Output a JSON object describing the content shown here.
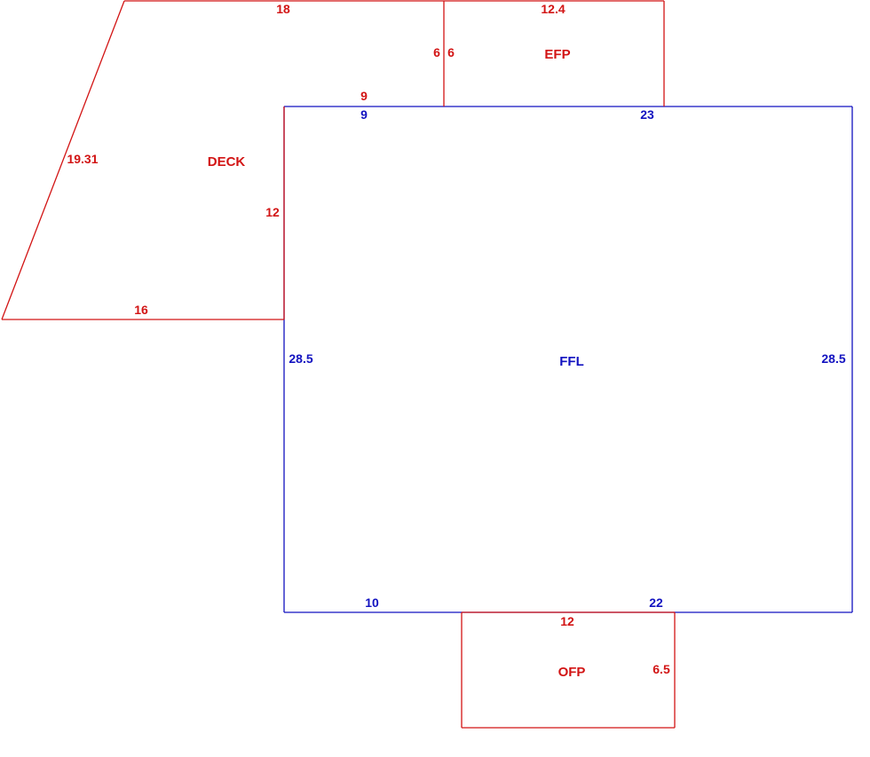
{
  "colors": {
    "addition": "#d21414",
    "main": "#1212c0",
    "background": "#ffffff"
  },
  "areas": {
    "deck": {
      "label": "DECK",
      "dims": {
        "top": "18",
        "slant": "19.31",
        "bottom": "16",
        "right": "12",
        "offset": "9"
      }
    },
    "efp": {
      "label": "EFP",
      "dims": {
        "top": "12.4",
        "side_a": "6",
        "side_b": "6"
      }
    },
    "ffl": {
      "label": "FFL",
      "dims": {
        "top_left": "9",
        "top_right": "23",
        "left": "28.5",
        "right": "28.5",
        "bottom_left": "10",
        "bottom_right": "22"
      }
    },
    "ofp": {
      "label": "OFP",
      "dims": {
        "top": "12",
        "right": "6.5"
      }
    }
  }
}
